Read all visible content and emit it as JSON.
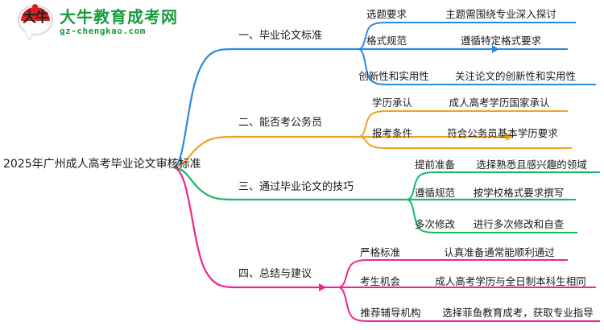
{
  "logo": {
    "mark_char": "大牛",
    "name_cn": "大牛教育成考网",
    "name_en": "gz-chengkao.com",
    "brand_green": "#1a9c3c",
    "brand_red": "#d62027"
  },
  "mindmap": {
    "root": "2025年广州成人高考毕业论文审核标准",
    "branches": [
      {
        "label": "一、毕业论文标准",
        "color": "#2b8ae0",
        "children": [
          {
            "label": "选题要求",
            "desc": "主题需围绕专业深入探讨"
          },
          {
            "label": "格式规范",
            "desc": "遵循特定格式要求"
          },
          {
            "label": "创新性和实用性",
            "desc": "关注论文的创新性和实用性"
          }
        ]
      },
      {
        "label": "二、能否考公务员",
        "color": "#efa323",
        "children": [
          {
            "label": "学历承认",
            "desc": "成人高考学历国家承认"
          },
          {
            "label": "报考条件",
            "desc": "符合公务员基本学历要求"
          }
        ]
      },
      {
        "label": "三、通过毕业论文的技巧",
        "color": "#17b86a",
        "children": [
          {
            "label": "提前准备",
            "desc": "选择熟悉且感兴趣的领域"
          },
          {
            "label": "遵循规范",
            "desc": "按学校格式要求撰写"
          },
          {
            "label": "多次修改",
            "desc": "进行多次修改和自查"
          }
        ]
      },
      {
        "label": "四、总结与建议",
        "color": "#ec268f",
        "children": [
          {
            "label": "严格标准",
            "desc": "认真准备通常能顺利通过"
          },
          {
            "label": "考生机会",
            "desc": "成人高考学历与全日制本科生相同"
          },
          {
            "label": "推荐辅导机构",
            "desc": "选择菲鱼教育成考，获取专业指导"
          }
        ]
      }
    ]
  }
}
